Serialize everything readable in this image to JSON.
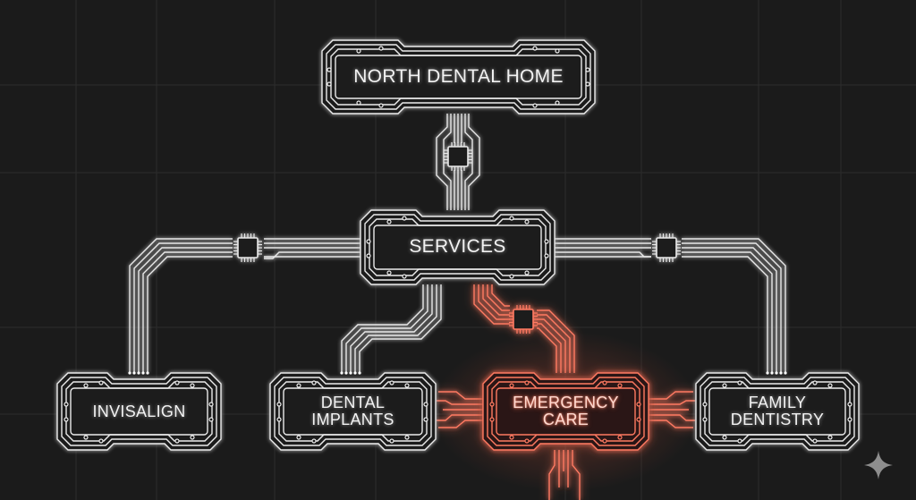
{
  "diagram": {
    "type": "hierarchy",
    "background_color": "#1b1b1b",
    "trace_color": "#e9e9e9",
    "highlight_color": "#ff6a52",
    "root": {
      "id": "root",
      "label": "NORTH DENTAL HOME"
    },
    "hub": {
      "id": "services",
      "label": "SERVICES"
    },
    "children": [
      {
        "id": "invisalign",
        "label": "INVISALIGN",
        "highlighted": false
      },
      {
        "id": "dental-implants",
        "label": "DENTAL\nIMPLANTS",
        "highlighted": false
      },
      {
        "id": "emergency-care",
        "label": "EMERGENCY\nCARE",
        "highlighted": true
      },
      {
        "id": "family-dentistry",
        "label": "FAMILY\nDENTISTRY",
        "highlighted": false
      }
    ],
    "edges": [
      {
        "from": "root",
        "to": "services",
        "via_chip": true
      },
      {
        "from": "services",
        "to": "invisalign",
        "via_chip": true
      },
      {
        "from": "services",
        "to": "dental-implants",
        "via_chip": false
      },
      {
        "from": "services",
        "to": "emergency-care",
        "via_chip": true
      },
      {
        "from": "services",
        "to": "family-dentistry",
        "via_chip": true
      }
    ]
  },
  "watermark": {
    "icon": "sparkle-icon"
  }
}
